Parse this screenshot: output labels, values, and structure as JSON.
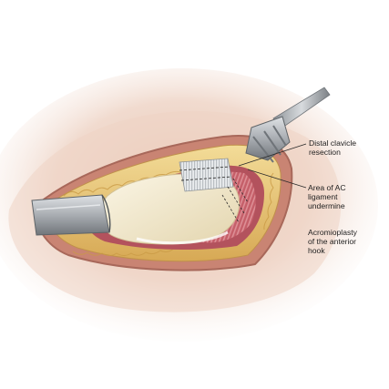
{
  "labels": {
    "distal_clavicle": [
      "Distal clavicle",
      "resection"
    ],
    "ac_ligament": [
      "Area of AC",
      "ligament",
      "undermine"
    ],
    "acromioplasty": [
      "Acromioplasty",
      "of the anterior",
      "hook"
    ]
  },
  "colors": {
    "skin": "#f2ddd1",
    "skin_shadow": "#d9b6a3",
    "wound_edge": "#b97a68",
    "fat": "#e9c97a",
    "fat_dark": "#c99a45",
    "tissue": "#c96a72",
    "bone": "#f3ead2",
    "metal": "#a9adb2",
    "metal_dark": "#6f7479",
    "leader": "#2a2a2a"
  },
  "icons": [
    "retractor-left-icon",
    "retractor-right-icon"
  ]
}
